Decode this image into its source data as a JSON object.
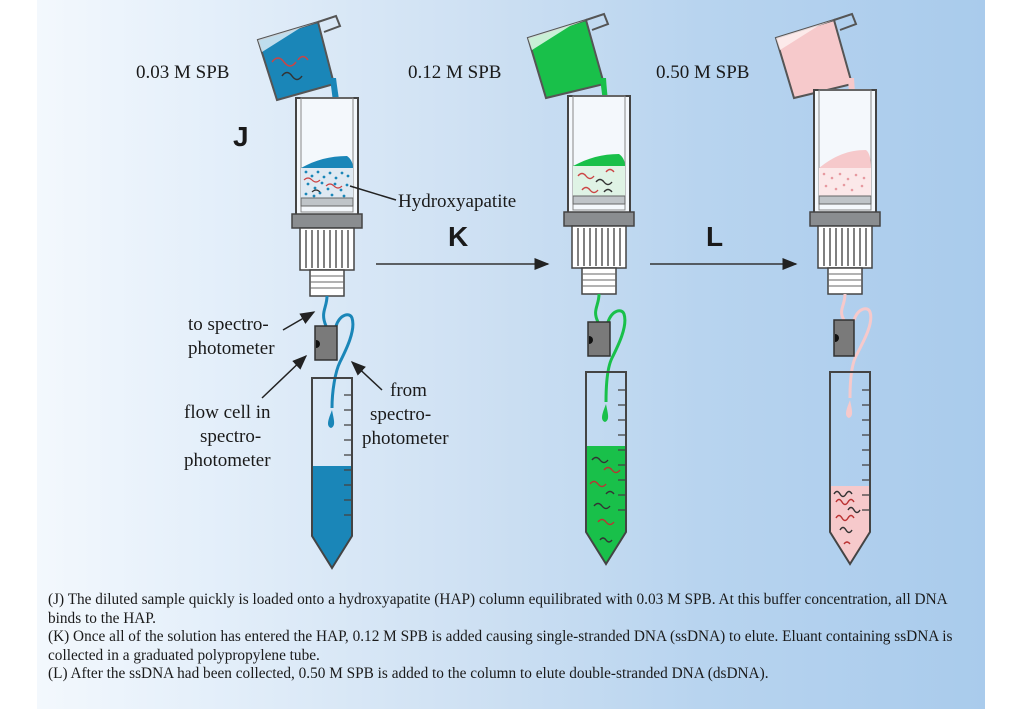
{
  "stages": [
    {
      "id": "J",
      "buffer": "0.03 M SPB",
      "color": "#1a86b8",
      "light": "#4aa6cf"
    },
    {
      "id": "K",
      "buffer": "0.12 M SPB",
      "color": "#19c04a",
      "light": "#5fd883"
    },
    {
      "id": "L",
      "buffer": "0.50 M SPB",
      "color": "#f6c9cb",
      "light": "#fbe1e2"
    }
  ],
  "labels": {
    "hydroxyapatite": "Hydroxyapatite",
    "to_spectro_1": "to spectro-",
    "to_spectro_2": "photometer",
    "flow_cell_1": "flow cell in",
    "flow_cell_2": "spectro-",
    "flow_cell_3": "photometer",
    "from_1": "from",
    "from_2": "spectro-",
    "from_3": "photometer"
  },
  "caption": [
    "(J) The diluted sample quickly is loaded onto a hydroxyapatite (HAP) column equilibrated with 0.03 M SPB.  At this buffer concentration, all DNA binds to the HAP.",
    "(K) Once all of the solution has entered the HAP, 0.12 M SPB is added causing single-stranded DNA (ssDNA) to elute.  Eluant containing ssDNA is collected in a graduated polypropylene tube.",
    "(L) After the ssDNA had been collected, 0.50 M SPB is added to the column to elute double-stranded DNA (dsDNA)."
  ]
}
